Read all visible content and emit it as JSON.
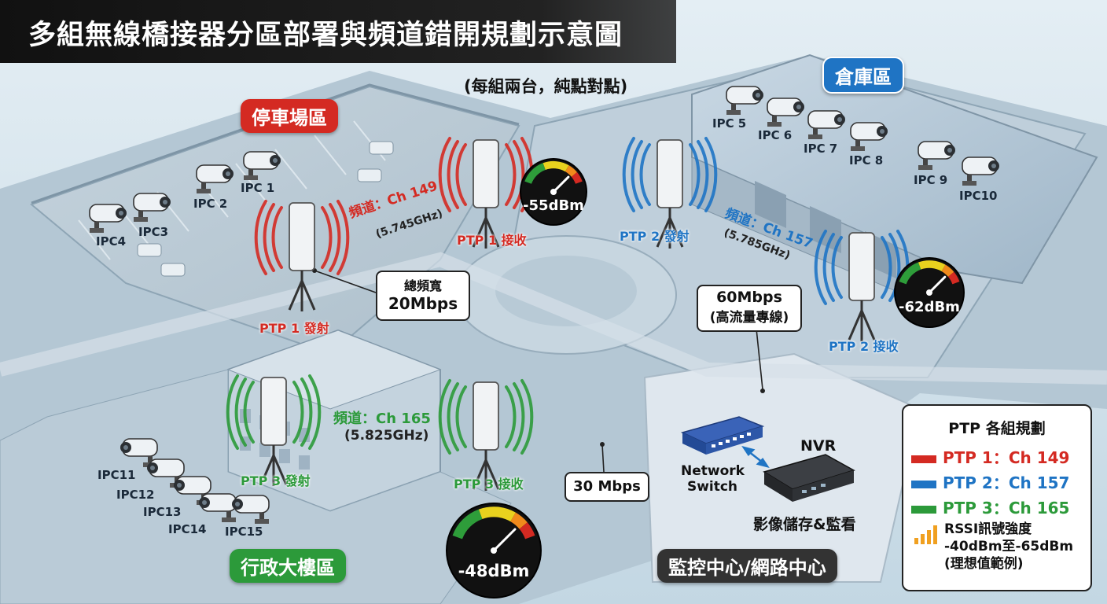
{
  "title": "多組無線橋接器分區部署與頻道錯開規劃示意圖",
  "subtitle": "(每組兩台，純點對點)",
  "zones": {
    "parking": "停車場區",
    "warehouse": "倉庫區",
    "admin": "行政大樓區",
    "control": "監控中心/網路中心"
  },
  "cameras": [
    "IPC 1",
    "IPC 2",
    "IPC3",
    "IPC4",
    "IPC 5",
    "IPC 6",
    "IPC 7",
    "IPC 8",
    "IPC 9",
    "IPC10",
    "IPC11",
    "IPC12",
    "IPC13",
    "IPC14",
    "IPC15"
  ],
  "ptp": {
    "p1_tx": "PTP 1 發射",
    "p1_rx": "PTP 1 接收",
    "p2_tx": "PTP 2 發射",
    "p2_rx": "PTP 2 接收",
    "p3_tx": "PTP 3 發射",
    "p3_rx": "PTP 3 接收"
  },
  "channels": {
    "ch149": "頻道：Ch 149",
    "ch149_freq": "(5.745GHz)",
    "ch157": "頻道：Ch 157",
    "ch157_freq": "(5.785GHz)",
    "ch165": "頻道：Ch 165",
    "ch165_freq": "(5.825GHz)"
  },
  "rssi_values": {
    "g1": "-55dBm",
    "g2": "-62dBm",
    "g3": "-48dBm"
  },
  "callouts": {
    "bw_line1": "總頻寬",
    "bw_line2": "20Mbps",
    "wh_line1": "60Mbps",
    "wh_line2": "(高流量專線)",
    "admin_bw": "30 Mbps"
  },
  "devices": {
    "switch_line1": "Network",
    "switch_line2": "Switch",
    "nvr": "NVR",
    "nvr_desc": "影像儲存&監看"
  },
  "legend": {
    "title": "PTP 各組規劃",
    "r1": "PTP 1：Ch 149",
    "r2": "PTP 2：Ch 157",
    "r3": "PTP 3：Ch 165",
    "rssi1": "RSSI訊號強度",
    "rssi2": "-40dBm至-65dBm",
    "rssi3": "(理想值範例)"
  },
  "colors": {
    "ptp1": "#d42a22",
    "ptp2": "#1f74c4",
    "ptp3": "#2c9a3a",
    "zone_parking": "#d42a22",
    "zone_warehouse": "#1f74c4",
    "zone_admin": "#2c9a3a",
    "zone_control": "#333333"
  }
}
